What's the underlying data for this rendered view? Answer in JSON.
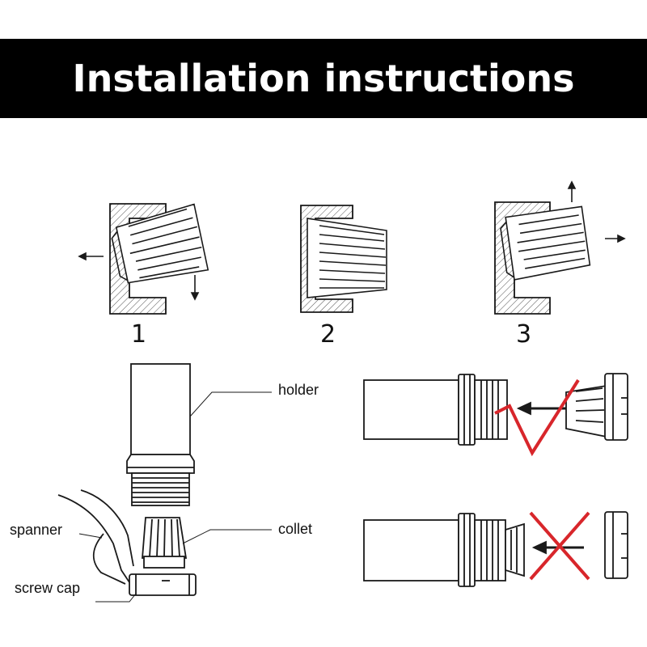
{
  "header": {
    "title": "Installation instructions"
  },
  "steps": [
    {
      "number": "1"
    },
    {
      "number": "2"
    },
    {
      "number": "3"
    }
  ],
  "parts": {
    "holder": "holder",
    "spanner": "spanner",
    "collet": "collet",
    "screw_cap": "screw cap"
  },
  "colors": {
    "mark": "#d8262b",
    "ink": "#1a1a1a",
    "hatch": "#555555"
  },
  "icons": {
    "correct": "check-mark-icon",
    "wrong": "cross-mark-icon"
  }
}
